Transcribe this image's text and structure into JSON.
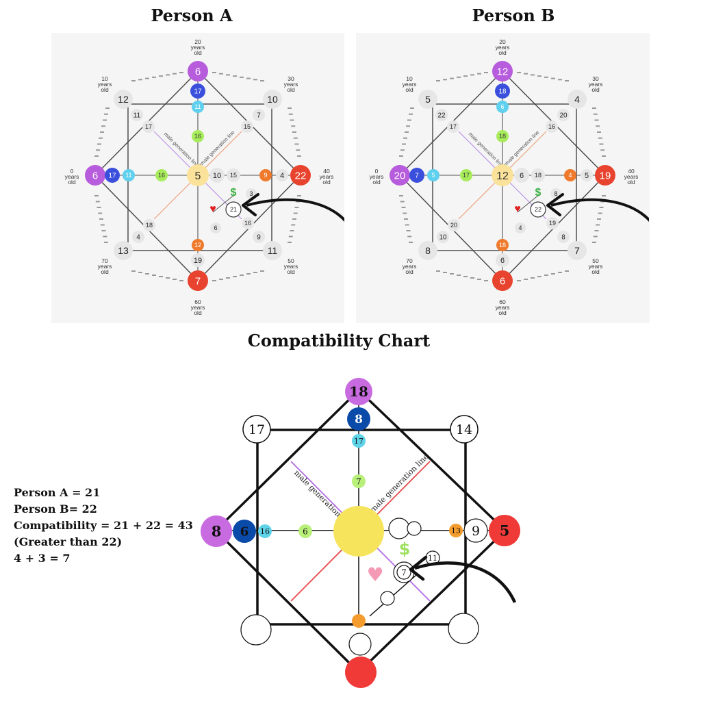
{
  "titles": {
    "a": "Person A",
    "b": "Person B",
    "c": "Compatibility Chart"
  },
  "line_labels": {
    "male": "male generation line",
    "female": "female generation line"
  },
  "age_labels": {
    "top": [
      "20",
      "years",
      "old"
    ],
    "bottom": [
      "60",
      "years",
      "old"
    ],
    "left": [
      "0",
      "years",
      "old"
    ],
    "right": [
      "40",
      "years",
      "old"
    ],
    "top_left": [
      "10",
      "years",
      "old"
    ],
    "top_right": [
      "30",
      "years",
      "old"
    ],
    "bottom_left": [
      "70",
      "years",
      "old"
    ],
    "bottom_right": [
      "50",
      "years",
      "old"
    ]
  },
  "money_symbol": "$",
  "heart_symbol": "♥",
  "person_a": {
    "top": "6",
    "top2": "17",
    "top3": "11",
    "top4": "16",
    "left": "6",
    "left2": "17",
    "left3": "11",
    "left4": "16",
    "center": "5",
    "right": "22",
    "right2": "4",
    "right3": "9",
    "right4": "15",
    "right5": "10",
    "bottom": "7",
    "bottom2": "19",
    "bottom3": "12",
    "corner_tl": "12",
    "corner_tl2": "11",
    "corner_tl3": "17",
    "corner_tr": "10",
    "corner_tr2": "7",
    "corner_tr3": "15",
    "corner_bl": "13",
    "corner_bl2": "4",
    "corner_bl3": "18",
    "corner_br": "11",
    "corner_br2": "9",
    "corner_br3": "16",
    "love": "21",
    "small1": "3",
    "small2": "6"
  },
  "person_b": {
    "top": "12",
    "top2": "18",
    "top3": "6",
    "top4": "18",
    "left": "20",
    "left2": "7",
    "left3": "5",
    "left4": "17",
    "center": "12",
    "right": "19",
    "right2": "5",
    "right3": "4",
    "right4": "18",
    "right5": "6",
    "bottom": "6",
    "bottom2": "6",
    "bottom3": "18",
    "corner_tl": "5",
    "corner_tl2": "22",
    "corner_tl3": "17",
    "corner_tr": "4",
    "corner_tr2": "20",
    "corner_tr3": "16",
    "corner_bl": "8",
    "corner_bl2": "10",
    "corner_bl3": "20",
    "corner_br": "7",
    "corner_br2": "8",
    "corner_br3": "19",
    "love": "22",
    "small1": "8",
    "small2": "4"
  },
  "compat": {
    "top": "18",
    "top2": "8",
    "top3": "17",
    "top4": "7",
    "corner_tl": "17",
    "corner_tr": "14",
    "left": "8",
    "left2": "6",
    "left3": "16",
    "left4": "6",
    "right": "5",
    "right2": "9",
    "right3": "13",
    "love": "7",
    "love2": "11"
  },
  "notes": [
    "Person A = 21",
    "Person B= 22",
    "Compatibility = 21 + 22 = 43",
    "(Greater than 22)",
    "4 + 3 = 7"
  ],
  "colors": {
    "purple": "#b75cdc",
    "blue": "#3a4fdc",
    "cyan": "#5fd0ee",
    "lime": "#a8ec5c",
    "yellow": "#fbe29a",
    "orange": "#ef7a2c",
    "red": "#e8432e",
    "grey": "#e6e6e6",
    "chart_purple": "#c96be0",
    "chart_navy": "#0a4aa8",
    "chart_cyan": "#5fd3e8",
    "chart_lime": "#b8f07a",
    "chart_yellow": "#f5e45c",
    "chart_orange": "#f49d2e",
    "chart_red": "#f03a38",
    "heart_pink": "#f59ab5",
    "heart_red": "#e02020",
    "money_green": "#3cb043",
    "money_lime": "#9de060"
  }
}
